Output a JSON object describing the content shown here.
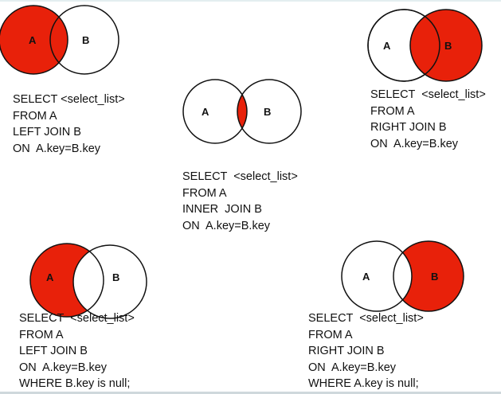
{
  "colors": {
    "fill": "#e8210a",
    "stroke": "#111111",
    "background": "#ffffff"
  },
  "diagrams": [
    {
      "id": "left-join",
      "label_a": "A",
      "label_b": "B",
      "code": [
        "SELECT <select_list>",
        "FROM A",
        "LEFT JOIN B",
        "ON  A.key=B.key"
      ]
    },
    {
      "id": "inner-join",
      "label_a": "A",
      "label_b": "B",
      "code": [
        "SELECT  <select_list>",
        "FROM A",
        "INNER  JOIN B",
        "ON  A.key=B.key"
      ]
    },
    {
      "id": "right-join",
      "label_a": "A",
      "label_b": "B",
      "code": [
        "SELECT  <select_list>",
        "FROM A",
        "RIGHT JOIN B",
        "ON  A.key=B.key"
      ]
    },
    {
      "id": "left-join-exclusive",
      "label_a": "A",
      "label_b": "B",
      "code": [
        "SELECT  <select_list>",
        "FROM A",
        "LEFT JOIN B",
        "ON  A.key=B.key",
        "WHERE B.key is null;"
      ]
    },
    {
      "id": "right-join-exclusive",
      "label_a": "A",
      "label_b": "B",
      "code": [
        "SELECT  <select_list>",
        "FROM A",
        "RIGHT JOIN B",
        "ON  A.key=B.key",
        "WHERE A.key is null;"
      ]
    }
  ]
}
